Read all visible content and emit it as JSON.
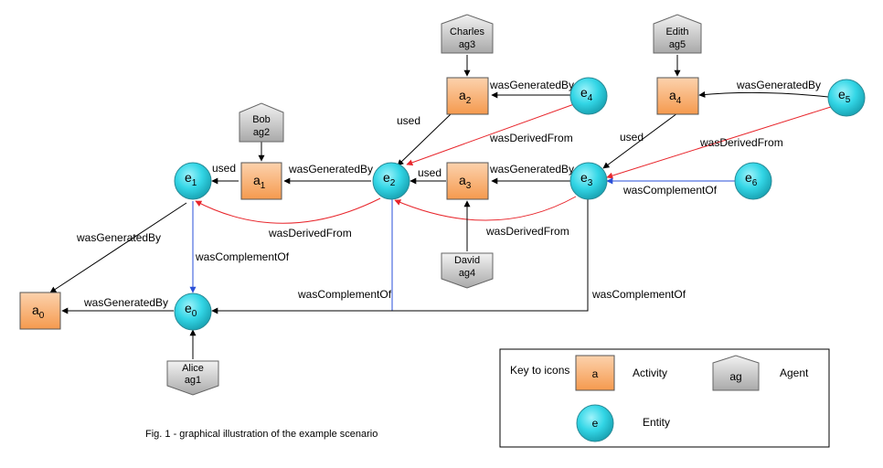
{
  "caption": "Fig. 1 - graphical illustration of the example scenario",
  "colors": {
    "activity_fill": "#f7a35c",
    "entity_fill": "#33d6e6",
    "agent_fill": "#c8c8c8",
    "derived_edge": "#e8262c",
    "complement_edge": "#2a4fd8",
    "default_edge": "#000000"
  },
  "entities": [
    {
      "id": "e0",
      "base": "e",
      "sub": "0"
    },
    {
      "id": "e1",
      "base": "e",
      "sub": "1"
    },
    {
      "id": "e2",
      "base": "e",
      "sub": "2"
    },
    {
      "id": "e3",
      "base": "e",
      "sub": "3"
    },
    {
      "id": "e4",
      "base": "e",
      "sub": "4"
    },
    {
      "id": "e5",
      "base": "e",
      "sub": "5"
    },
    {
      "id": "e6",
      "base": "e",
      "sub": "6"
    }
  ],
  "activities": [
    {
      "id": "a0",
      "base": "a",
      "sub": "0"
    },
    {
      "id": "a1",
      "base": "a",
      "sub": "1"
    },
    {
      "id": "a2",
      "base": "a",
      "sub": "2"
    },
    {
      "id": "a3",
      "base": "a",
      "sub": "3"
    },
    {
      "id": "a4",
      "base": "a",
      "sub": "4"
    }
  ],
  "agents": [
    {
      "id": "ag1",
      "name": "Alice",
      "code": "ag1"
    },
    {
      "id": "ag2",
      "name": "Bob",
      "code": "ag2"
    },
    {
      "id": "ag3",
      "name": "Charles",
      "code": "ag3"
    },
    {
      "id": "ag4",
      "name": "David",
      "code": "ag4"
    },
    {
      "id": "ag5",
      "name": "Edith",
      "code": "ag5"
    }
  ],
  "edge_labels": {
    "e0_a0": "wasGeneratedBy",
    "e1_a0": "wasGeneratedBy",
    "e1_e0": "wasComplementOf",
    "a1_e1": "used",
    "e2_a1": "wasGeneratedBy",
    "e2_e1": "wasDerivedFrom",
    "e2_e0": "wasComplementOf",
    "a2_e2": "used",
    "e4_a2": "wasGeneratedBy",
    "e4_e2": "wasDerivedFrom",
    "a3_e2": "used",
    "e3_a3": "wasGeneratedBy",
    "e3_e2": "wasDerivedFrom",
    "e3_e0": "wasComplementOf",
    "a4_e3": "used",
    "e5_a4": "wasGeneratedBy",
    "e5_e3": "wasDerivedFrom",
    "e6_e3": "wasComplementOf"
  },
  "key": {
    "title": "Key to icons",
    "activity_icon": "a",
    "activity_label": "Activity",
    "agent_icon": "ag",
    "agent_label": "Agent",
    "entity_icon": "e",
    "entity_label": "Entity"
  }
}
